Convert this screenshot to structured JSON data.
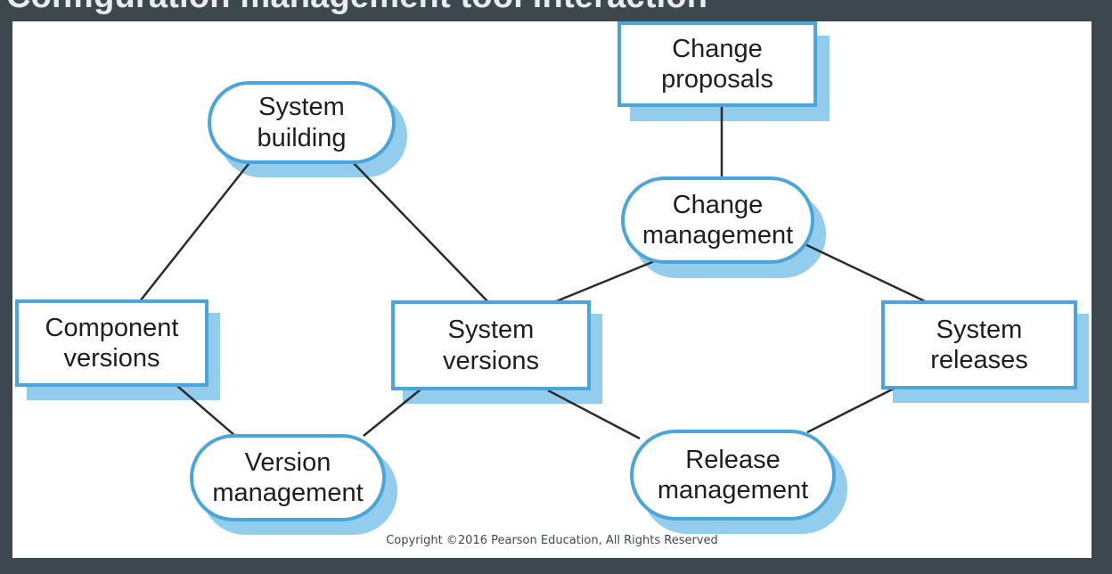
{
  "title": "Configuration management tool interaction",
  "diagram": {
    "nodes": [
      {
        "id": "change-proposals",
        "shape": "rectangle",
        "label": "Change proposals",
        "lines": [
          "Change",
          "proposals"
        ]
      },
      {
        "id": "system-building",
        "shape": "rounded",
        "label": "System building",
        "lines": [
          "System",
          "building"
        ]
      },
      {
        "id": "change-management",
        "shape": "rounded",
        "label": "Change management",
        "lines": [
          "Change",
          "management"
        ]
      },
      {
        "id": "component-versions",
        "shape": "rectangle",
        "label": "Component versions",
        "lines": [
          "Component",
          "versions"
        ]
      },
      {
        "id": "system-versions",
        "shape": "rectangle",
        "label": "System versions",
        "lines": [
          "System",
          "versions"
        ]
      },
      {
        "id": "system-releases",
        "shape": "rectangle",
        "label": "System releases",
        "lines": [
          "System",
          "releases"
        ]
      },
      {
        "id": "version-management",
        "shape": "rounded",
        "label": "Version management",
        "lines": [
          "Version",
          "management"
        ]
      },
      {
        "id": "release-management",
        "shape": "rounded",
        "label": "Release management",
        "lines": [
          "Release",
          "management"
        ]
      }
    ],
    "edges": [
      {
        "from": "change-proposals",
        "to": "change-management"
      },
      {
        "from": "system-building",
        "to": "component-versions"
      },
      {
        "from": "system-building",
        "to": "system-versions"
      },
      {
        "from": "change-management",
        "to": "system-versions"
      },
      {
        "from": "change-management",
        "to": "system-releases"
      },
      {
        "from": "component-versions",
        "to": "version-management"
      },
      {
        "from": "system-versions",
        "to": "version-management"
      },
      {
        "from": "system-versions",
        "to": "release-management"
      },
      {
        "from": "system-releases",
        "to": "release-management"
      }
    ],
    "colors": {
      "background": "#3d474e",
      "panel": "#ffffff",
      "node_border": "#4aa5dc",
      "node_shadow": "#92cdee",
      "node_fill": "#ffffff",
      "node_text": "#1e1e1e",
      "connector": "#2b2b2b",
      "title_text": "#e8ecee"
    }
  },
  "footer": {
    "copyright": "Copyright ©2016 Pearson Education, All Rights Reserved"
  }
}
